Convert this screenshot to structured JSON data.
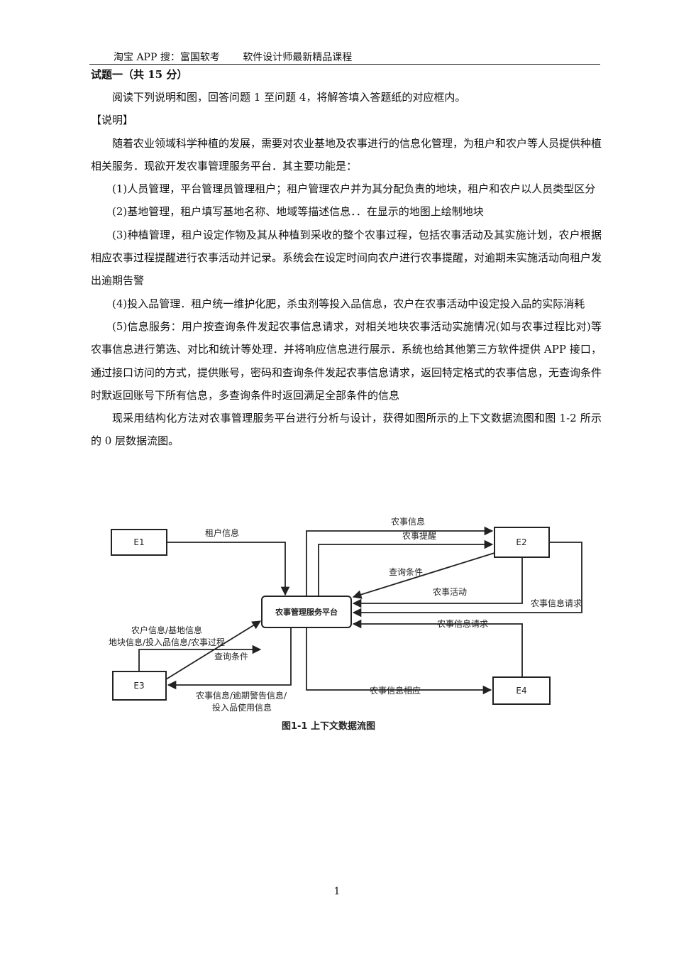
{
  "header": {
    "left": "淘宝 APP 搜：富国软考",
    "right": "软件设计师最新精品课程"
  },
  "question_title": "试题一（共 15 分）",
  "paragraphs": [
    {
      "text": "阅读下列说明和图，回答问题 1 至问题 4，将解答填入答题纸的对应框内。",
      "indent": true
    },
    {
      "text": "【说明】",
      "indent": false
    },
    {
      "text": "随着农业领域科学种植的发展，需要对农业基地及农事进行的信息化管理，为租户和农户等人员提供种植相关服务．现欲开发农事管理服务平台．其主要功能是：",
      "indent": true
    },
    {
      "text": "(1)人员管理，平台管理员管理租户；租户管理农户并为其分配负责的地块，租户和农户以人员类型区分",
      "indent": true
    },
    {
      "text": "(2)基地管理，租户填写基地名称、地域等描述信息．．在显示的地图上绘制地块",
      "indent": true
    },
    {
      "text": "(3)种植管理，租户设定作物及其从种植到采收的整个农事过程，包括农事活动及其实施计划，农户根据相应农事过程提醒进行农事活动并记录。系统会在设定时间向农户进行农事提醒，对逾期未实施活动向租户发出逾期告警",
      "indent": true
    },
    {
      "text": "(4)投入品管理．租户统一维护化肥，杀虫剂等投入品信息，农户在农事活动中设定投入品的实际消耗",
      "indent": true
    },
    {
      "text": "(5)信息服务：用户按查询条件发起农事信息请求，对相关地块农事活动实施情况(如与农事过程比对)等农事信息进行第选、对比和统计等处理．并将响应信息进行展示．系统也给其他第三方软件提供 APP 接口，通过接口访问的方式，提供账号，密码和查询条件发起农事信息请求，返回特定格式的农事信息，无查询条件时默返回账号下所有信息，多查询条件时返回满足全部条件的信息",
      "indent": true
    },
    {
      "text": "现采用结构化方法对农事管理服务平台进行分析与设计，获得如图所示的上下文数据流图和图 1-2 所示的 0 层数据流图。",
      "indent": true
    }
  ],
  "diagram": {
    "center": "农事管理服务平台",
    "entities": {
      "e1": "E1",
      "e2": "E2",
      "e3": "E3",
      "e4": "E4"
    },
    "flows": {
      "tenant_info": "租户信息",
      "farm_info": "农事信息",
      "farm_reminder": "农事提醒",
      "query_cond_e2": "查询条件",
      "farm_activity": "农事活动",
      "farm_info_request_e2": "农事信息请求",
      "farm_info_request_e4": "农事信息请求",
      "farm_info_response": "农事信息相应",
      "e3_in_line1": "农户信息/基地信息",
      "e3_in_line2": "地块信息/投入品信息/农事过程",
      "query_cond_e3": "查询条件",
      "e3_out_line1": "农事信息/逾期警告信息/",
      "e3_out_line2": "投入品使用信息"
    },
    "caption": "图1-1 上下文数据流图"
  },
  "page_number": "1"
}
